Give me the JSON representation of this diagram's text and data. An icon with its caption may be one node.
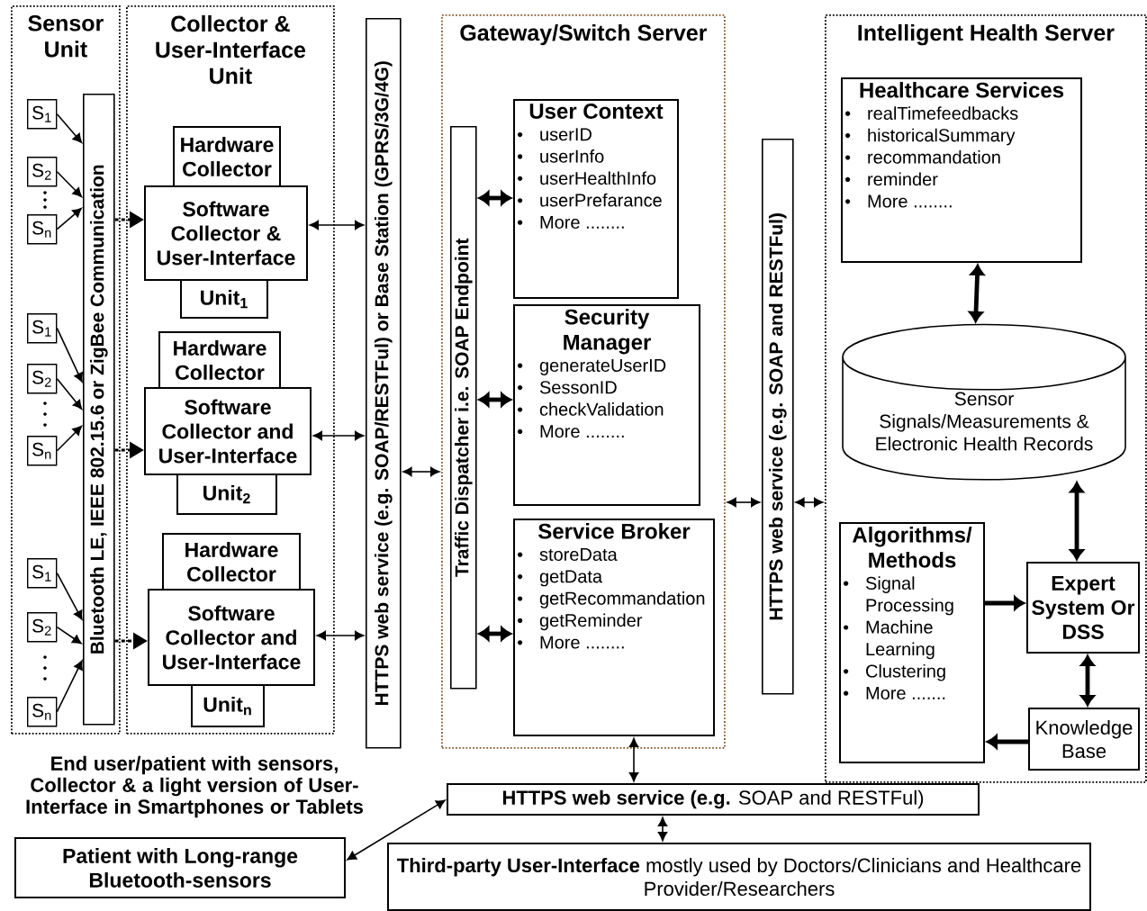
{
  "diagram": {
    "nodes": [
      {
        "text": [
          "Sensor Unit"
        ]
      },
      {
        "text": [
          "S$_{1}$"
        ],
        "in": 0
      },
      {
        "text": [
          "S$_{2}$"
        ],
        "in": 0
      },
      {
        "text": [
          "S$_{n}$"
        ],
        "in": 0
      },
      {
        "text": [
          "S$_{1}$"
        ],
        "in": 0
      },
      {
        "text": [
          "S$_{2}$"
        ],
        "in": 0
      },
      {
        "text": [
          "S$_{n}$"
        ],
        "in": 0
      },
      {
        "text": [
          "S$_{1}$"
        ],
        "in": 0
      },
      {
        "text": [
          "S$_{2}$"
        ],
        "in": 0
      },
      {
        "text": [
          "S$_{n}$"
        ],
        "in": 0
      },
      {
        "text": [
          "Bluetooth LE, IEEE 802.15.6 or ZigBee Communication"
        ],
        "in": 0
      },
      {
        "text": [
          "Collector & User-Interface Unit"
        ]
      },
      {
        "text": [
          "Hardware Collector"
        ],
        "in": 11
      },
      {
        "text": [
          "Software Collector & User-Interface"
        ],
        "in": 11
      },
      {
        "text": [
          "Unit$_{1}$"
        ],
        "in": 11
      },
      {
        "text": [
          "Hardware Collector"
        ],
        "in": 11
      },
      {
        "text": [
          "Software Collector and User-Interface"
        ],
        "in": 11
      },
      {
        "text": [
          "Unit$_{2}$"
        ],
        "in": 11
      },
      {
        "text": [
          "Hardware Collector"
        ],
        "in": 11
      },
      {
        "text": [
          "Software Collector and User-Interface"
        ],
        "in": 11
      },
      {
        "text": [
          "Unit$_{n}$"
        ],
        "in": 11
      },
      {
        "text": [
          "**HTTPS web service** (e.g. SOAP/RESTFul) or **Base Station** (GPRS/3G/4G)"
        ]
      },
      {
        "text": [
          "Gateway/Switch Server"
        ]
      },
      {
        "text": [
          "Traffic Dispatcher i.e. SOAP Endpoint"
        ],
        "in": 22
      },
      {
        "text": [
          "User Context",
          "userID",
          "userInfo",
          "userHealthInfo",
          "userPrefarance",
          "More ........"
        ],
        "in": 22
      },
      {
        "text": [
          "Security Manager",
          "generateUserID",
          "SessonID",
          "checkValidation",
          "More ........"
        ],
        "in": 22
      },
      {
        "text": [
          "Service Broker",
          "storeData",
          "getData",
          "getRecommandation",
          "getReminder",
          "More ........"
        ],
        "in": 22
      },
      {
        "text": [
          "**HTTPS web service (e.g.** SOAP and RESTFul)"
        ]
      },
      {
        "text": [
          "Intelligent Health Server"
        ]
      },
      {
        "text": [
          "Healthcare Services",
          "realTimefeedbacks",
          "historicalSummary",
          "recommandation",
          "reminder",
          "More ........"
        ],
        "in": 28
      },
      {
        "text": [
          "Sensor Signals/Measurements & Electronic Health Records"
        ],
        "in": 28
      },
      {
        "text": [
          "Algorithms/ Methods",
          "Signal Processing",
          "Machine Learning",
          "Clustering",
          "More ......."
        ],
        "in": 28
      },
      {
        "text": [
          "**Expert System** Or **DSS**"
        ],
        "in": 28
      },
      {
        "text": [
          "Knowledge Base"
        ],
        "in": 28
      },
      {
        "text": [
          "Patient with Long-range Bluetooth-sensors"
        ]
      },
      {
        "text": [
          "**HTTPS web service (e.g.** SOAP and RESTFul)"
        ]
      },
      {
        "text": [
          "**Third-party User-Interface** mostly used by Doctors/Clinicians and Healthcare Provider/Researchers"
        ]
      }
    ],
    "edges": [
      {
        "from": 1,
        "to": 10,
        "arrow": "to"
      },
      {
        "from": 2,
        "to": 10,
        "arrow": "to"
      },
      {
        "from": 3,
        "to": 10,
        "arrow": "to"
      },
      {
        "from": 4,
        "to": 10,
        "arrow": "to"
      },
      {
        "from": 5,
        "to": 10,
        "arrow": "to"
      },
      {
        "from": 6,
        "to": 10,
        "arrow": "to"
      },
      {
        "from": 7,
        "to": 10,
        "arrow": "to"
      },
      {
        "from": 8,
        "to": 10,
        "arrow": "to"
      },
      {
        "from": 9,
        "to": 10,
        "arrow": "to"
      },
      {
        "from": 10,
        "to": 13,
        "arrow": "to",
        "style": "dashed"
      },
      {
        "from": 10,
        "to": 16,
        "arrow": "to",
        "style": "dashed"
      },
      {
        "from": 10,
        "to": 19,
        "arrow": "to",
        "style": "dashed"
      },
      {
        "from": 13,
        "to": 21,
        "arrow": "both"
      },
      {
        "from": 16,
        "to": 21,
        "arrow": "both"
      },
      {
        "from": 19,
        "to": 21,
        "arrow": "both"
      },
      {
        "from": 21,
        "to": 22,
        "arrow": "both"
      },
      {
        "from": 23,
        "to": 24,
        "arrow": "both",
        "style": "thick"
      },
      {
        "from": 23,
        "to": 25,
        "arrow": "both",
        "style": "thick"
      },
      {
        "from": 23,
        "to": 26,
        "arrow": "both",
        "style": "thick"
      },
      {
        "from": 22,
        "to": 27,
        "arrow": "both"
      },
      {
        "from": 27,
        "to": 28,
        "arrow": "both"
      },
      {
        "from": 29,
        "to": 30,
        "arrow": "both",
        "style": "thick"
      },
      {
        "from": 30,
        "to": 32,
        "arrow": "both",
        "style": "thick"
      },
      {
        "from": 31,
        "to": 32,
        "arrow": "to",
        "style": "thick"
      },
      {
        "from": 32,
        "to": 33,
        "arrow": "both",
        "style": "thick"
      },
      {
        "from": 33,
        "to": 31,
        "arrow": "to",
        "style": "thick"
      },
      {
        "from": 26,
        "to": 35,
        "arrow": "both"
      },
      {
        "from": 35,
        "to": 36,
        "arrow": "both"
      },
      {
        "from": 35,
        "to": 34,
        "arrow": "both"
      }
    ],
    "labels": [
      "End user/patient with sensors, Collector & a light version of User-Interface in Smartphones or Tablets"
    ]
  }
}
